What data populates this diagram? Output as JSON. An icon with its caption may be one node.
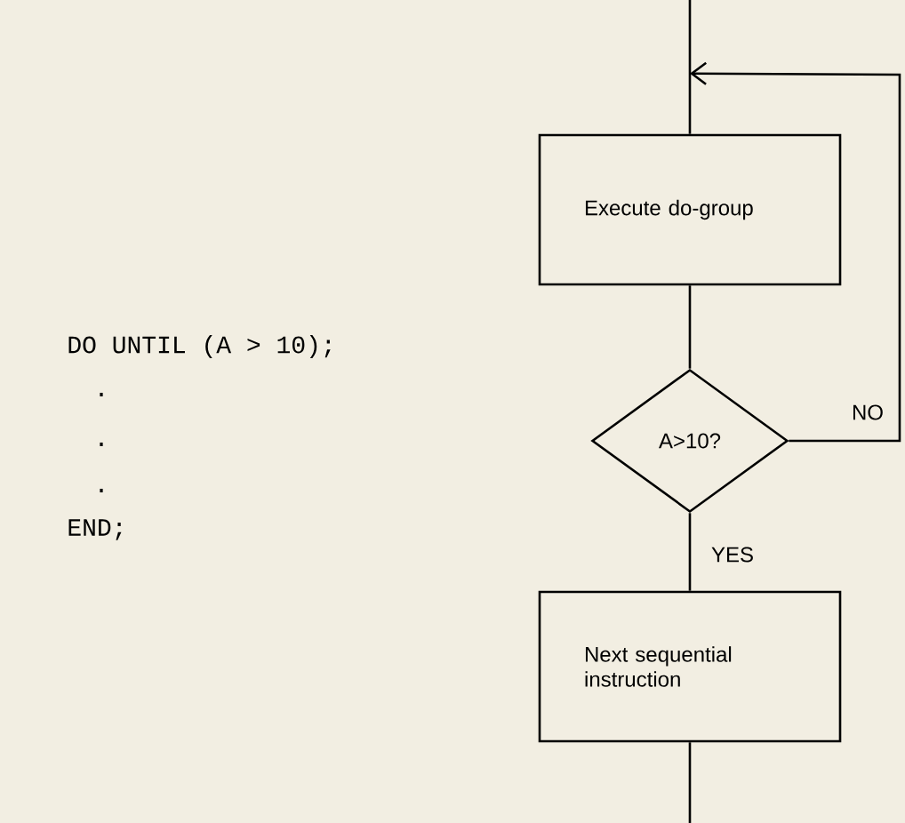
{
  "diagram": {
    "nodes": [
      {
        "text": [
          "Execute do-group"
        ]
      },
      {
        "text": [
          "A>10?"
        ]
      },
      {
        "text": [
          "Next sequential instruction"
        ]
      }
    ],
    "edges": [
      {
        "from": null,
        "to": 0,
        "arrow": "none"
      },
      {
        "from": 0,
        "to": 1,
        "arrow": "none"
      },
      {
        "from": 1,
        "to": 0,
        "arrow": "to",
        "label": "NO"
      },
      {
        "from": 1,
        "to": 2,
        "arrow": "none",
        "label": "YES"
      },
      {
        "from": 2,
        "to": null,
        "arrow": "none"
      }
    ],
    "labels": [
      "DO UNTIL (A > 10);",
      ".",
      ".",
      ".",
      "END;"
    ]
  }
}
